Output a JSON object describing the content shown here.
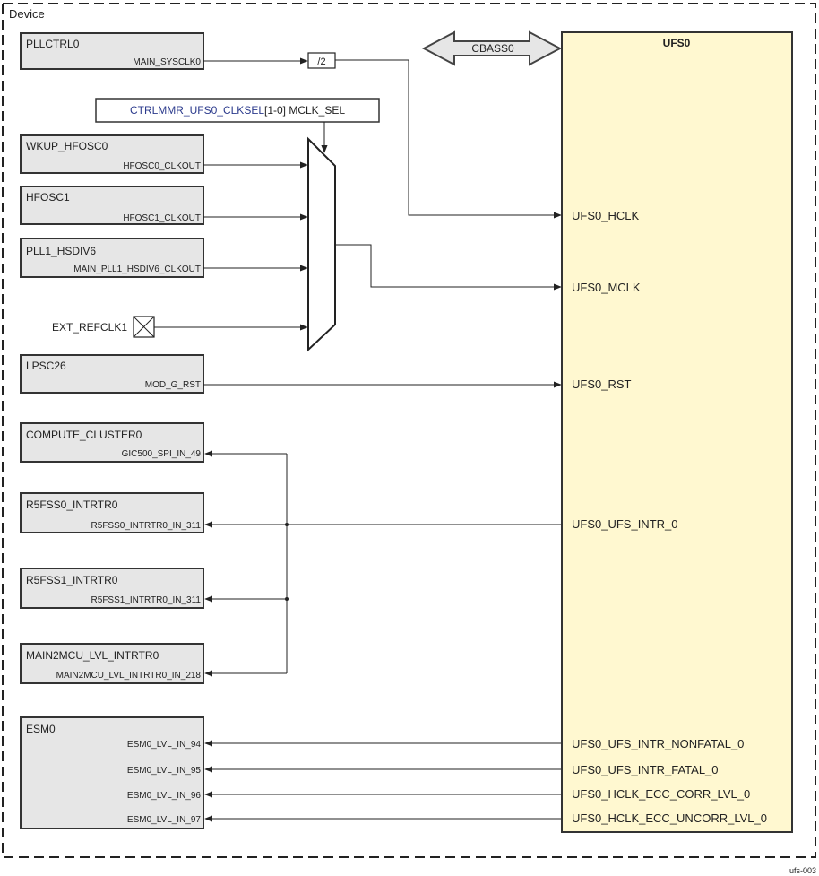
{
  "device_label": "Device",
  "figure_id": "ufs-003",
  "bus": {
    "label": "CBASS0"
  },
  "divider": {
    "label": "/2"
  },
  "mux_select": {
    "reg": "CTRLMMR_UFS0_CLKSEL",
    "bits": "[1-0] MCLK_SEL"
  },
  "ext_pin": {
    "label": "EXT_REFCLK1"
  },
  "ufs": {
    "title": "UFS0",
    "hclk": "UFS0_HCLK",
    "mclk": "UFS0_MCLK",
    "rst": "UFS0_RST",
    "intr": "UFS0_UFS_INTR_0",
    "nonfatal": "UFS0_UFS_INTR_NONFATAL_0",
    "fatal": "UFS0_UFS_INTR_FATAL_0",
    "ecc_corr": "UFS0_HCLK_ECC_CORR_LVL_0",
    "ecc_uncorr": "UFS0_HCLK_ECC_UNCORR_LVL_0"
  },
  "blocks": {
    "pllctrl": {
      "name": "PLLCTRL0",
      "port": "MAIN_SYSCLK0"
    },
    "wkup": {
      "name": "WKUP_HFOSC0",
      "port": "HFOSC0_CLKOUT"
    },
    "hfosc1": {
      "name": "HFOSC1",
      "port": "HFOSC1_CLKOUT"
    },
    "pll1": {
      "name": "PLL1_HSDIV6",
      "port": "MAIN_PLL1_HSDIV6_CLKOUT"
    },
    "lpsc": {
      "name": "LPSC26",
      "port": "MOD_G_RST"
    },
    "compute": {
      "name": "COMPUTE_CLUSTER0",
      "port": "GIC500_SPI_IN_49"
    },
    "r5fss0": {
      "name": "R5FSS0_INTRTR0",
      "port": "R5FSS0_INTRTR0_IN_311"
    },
    "r5fss1": {
      "name": "R5FSS1_INTRTR0",
      "port": "R5FSS1_INTRTR0_IN_311"
    },
    "main2mcu": {
      "name": "MAIN2MCU_LVL_INTRTR0",
      "port": "MAIN2MCU_LVL_INTRTR0_IN_218"
    },
    "esm": {
      "name": "ESM0",
      "ports": [
        "ESM0_LVL_IN_94",
        "ESM0_LVL_IN_95",
        "ESM0_LVL_IN_96",
        "ESM0_LVL_IN_97"
      ]
    }
  },
  "colors": {
    "ufs_fill": "#fff8d0",
    "block_fill": "#e6e6e6",
    "line": "#222222",
    "reg_text": "#2b3a8c"
  }
}
